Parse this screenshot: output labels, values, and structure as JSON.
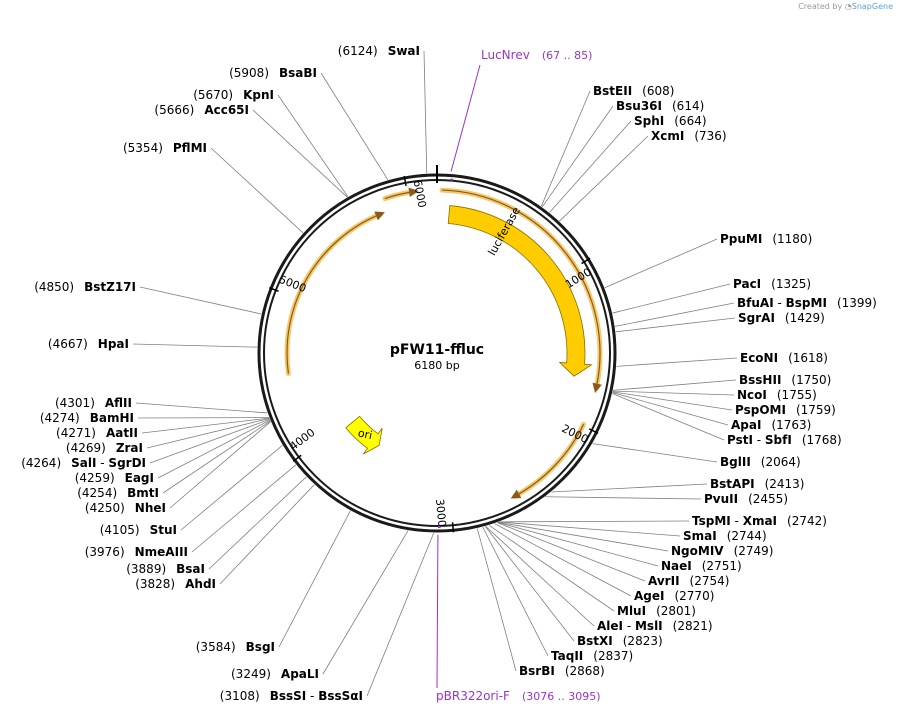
{
  "brand": {
    "prefix": "Created by",
    "name": "SnapGene"
  },
  "plasmid": {
    "name": "pFW11-ffluc",
    "length_label": "6180 bp",
    "length": 6180
  },
  "colors": {
    "backbone": "#1a1a1a",
    "luciferase": "#ffcc00",
    "ori": "#ffff00",
    "primer": "#9933cc",
    "leader": "#7f7f7f",
    "orf_arrow": "#f5c96a"
  },
  "ticks": [
    {
      "label": "1000",
      "pos": 1000
    },
    {
      "label": "2000",
      "pos": 2000
    },
    {
      "label": "3000",
      "pos": 3000
    },
    {
      "label": "4000",
      "pos": 4000
    },
    {
      "label": "5000",
      "pos": 5000
    },
    {
      "label": "6000",
      "pos": 6000
    }
  ],
  "features": [
    {
      "name": "luciferase",
      "start": 85,
      "end": 1710,
      "color": "#ffcc00",
      "icon": "arrow-clockwise"
    },
    {
      "name": "ori",
      "start": 3640,
      "end": 3960,
      "color": "#ffff00",
      "icon": "arrow-counterclockwise"
    }
  ],
  "primers": [
    {
      "name": "LucNrev",
      "range": "(67 .. 85)",
      "pos": 76
    },
    {
      "name": "pBR322ori-F",
      "range": "(3076 .. 3095)",
      "pos": 3085
    }
  ],
  "sites": [
    {
      "name": "SwaI",
      "pos": 6124,
      "label_pos": "(6124)"
    },
    {
      "name": "BsaBI",
      "pos": 5908,
      "label_pos": "(5908)"
    },
    {
      "name": "KpnI",
      "pos": 5670,
      "label_pos": "(5670)"
    },
    {
      "name": "Acc65I",
      "pos": 5666,
      "label_pos": "(5666)"
    },
    {
      "name": "PflMI",
      "pos": 5354,
      "label_pos": "(5354)"
    },
    {
      "name": "BstZ17I",
      "pos": 4850,
      "label_pos": "(4850)"
    },
    {
      "name": "HpaI",
      "pos": 4667,
      "label_pos": "(4667)"
    },
    {
      "name": "AflII",
      "pos": 4301,
      "label_pos": "(4301)"
    },
    {
      "name": "BamHI",
      "pos": 4274,
      "label_pos": "(4274)"
    },
    {
      "name": "AatII",
      "pos": 4271,
      "label_pos": "(4271)"
    },
    {
      "name": "ZraI",
      "pos": 4269,
      "label_pos": "(4269)"
    },
    {
      "name": "SalI",
      "name2": "SgrDI",
      "pos": 4264,
      "label_pos": "(4264)"
    },
    {
      "name": "EagI",
      "pos": 4259,
      "label_pos": "(4259)"
    },
    {
      "name": "BmtI",
      "pos": 4254,
      "label_pos": "(4254)"
    },
    {
      "name": "NheI",
      "pos": 4250,
      "label_pos": "(4250)"
    },
    {
      "name": "StuI",
      "pos": 4105,
      "label_pos": "(4105)"
    },
    {
      "name": "NmeAIII",
      "pos": 3976,
      "label_pos": "(3976)"
    },
    {
      "name": "BsaI",
      "pos": 3889,
      "label_pos": "(3889)"
    },
    {
      "name": "AhdI",
      "pos": 3828,
      "label_pos": "(3828)"
    },
    {
      "name": "BsgI",
      "pos": 3584,
      "label_pos": "(3584)"
    },
    {
      "name": "ApaLI",
      "pos": 3249,
      "label_pos": "(3249)"
    },
    {
      "name": "BssSI",
      "name2": "BssSαI",
      "pos": 3108,
      "label_pos": "(3108)"
    },
    {
      "name": "BstEII",
      "pos": 608,
      "label_pos": "(608)"
    },
    {
      "name": "Bsu36I",
      "pos": 614,
      "label_pos": "(614)"
    },
    {
      "name": "SphI",
      "pos": 664,
      "label_pos": "(664)"
    },
    {
      "name": "XcmI",
      "pos": 736,
      "label_pos": "(736)"
    },
    {
      "name": "PpuMI",
      "pos": 1180,
      "label_pos": "(1180)"
    },
    {
      "name": "PacI",
      "pos": 1325,
      "label_pos": "(1325)"
    },
    {
      "name": "BfuAI",
      "name2": "BspMI",
      "pos": 1399,
      "label_pos": "(1399)"
    },
    {
      "name": "SgrAI",
      "pos": 1429,
      "label_pos": "(1429)"
    },
    {
      "name": "EcoNI",
      "pos": 1618,
      "label_pos": "(1618)"
    },
    {
      "name": "BssHII",
      "pos": 1750,
      "label_pos": "(1750)"
    },
    {
      "name": "NcoI",
      "pos": 1755,
      "label_pos": "(1755)"
    },
    {
      "name": "PspOMI",
      "pos": 1759,
      "label_pos": "(1759)"
    },
    {
      "name": "ApaI",
      "pos": 1763,
      "label_pos": "(1763)"
    },
    {
      "name": "PstI",
      "name2": "SbfI",
      "pos": 1768,
      "label_pos": "(1768)"
    },
    {
      "name": "BglII",
      "pos": 2064,
      "label_pos": "(2064)"
    },
    {
      "name": "BstAPI",
      "pos": 2413,
      "label_pos": "(2413)"
    },
    {
      "name": "PvuII",
      "pos": 2455,
      "label_pos": "(2455)"
    },
    {
      "name": "TspMI",
      "name2": "XmaI",
      "pos": 2742,
      "label_pos": "(2742)"
    },
    {
      "name": "SmaI",
      "pos": 2744,
      "label_pos": "(2744)"
    },
    {
      "name": "NgoMIV",
      "pos": 2749,
      "label_pos": "(2749)"
    },
    {
      "name": "NaeI",
      "pos": 2751,
      "label_pos": "(2751)"
    },
    {
      "name": "AvrII",
      "pos": 2754,
      "label_pos": "(2754)"
    },
    {
      "name": "AgeI",
      "pos": 2770,
      "label_pos": "(2770)"
    },
    {
      "name": "MluI",
      "pos": 2801,
      "label_pos": "(2801)"
    },
    {
      "name": "AleI",
      "name2": "MslI",
      "pos": 2821,
      "label_pos": "(2821)"
    },
    {
      "name": "BstXI",
      "pos": 2823,
      "label_pos": "(2823)"
    },
    {
      "name": "TaqII",
      "pos": 2837,
      "label_pos": "(2837)"
    },
    {
      "name": "BsrBI",
      "pos": 2868,
      "label_pos": "(2868)"
    }
  ]
}
